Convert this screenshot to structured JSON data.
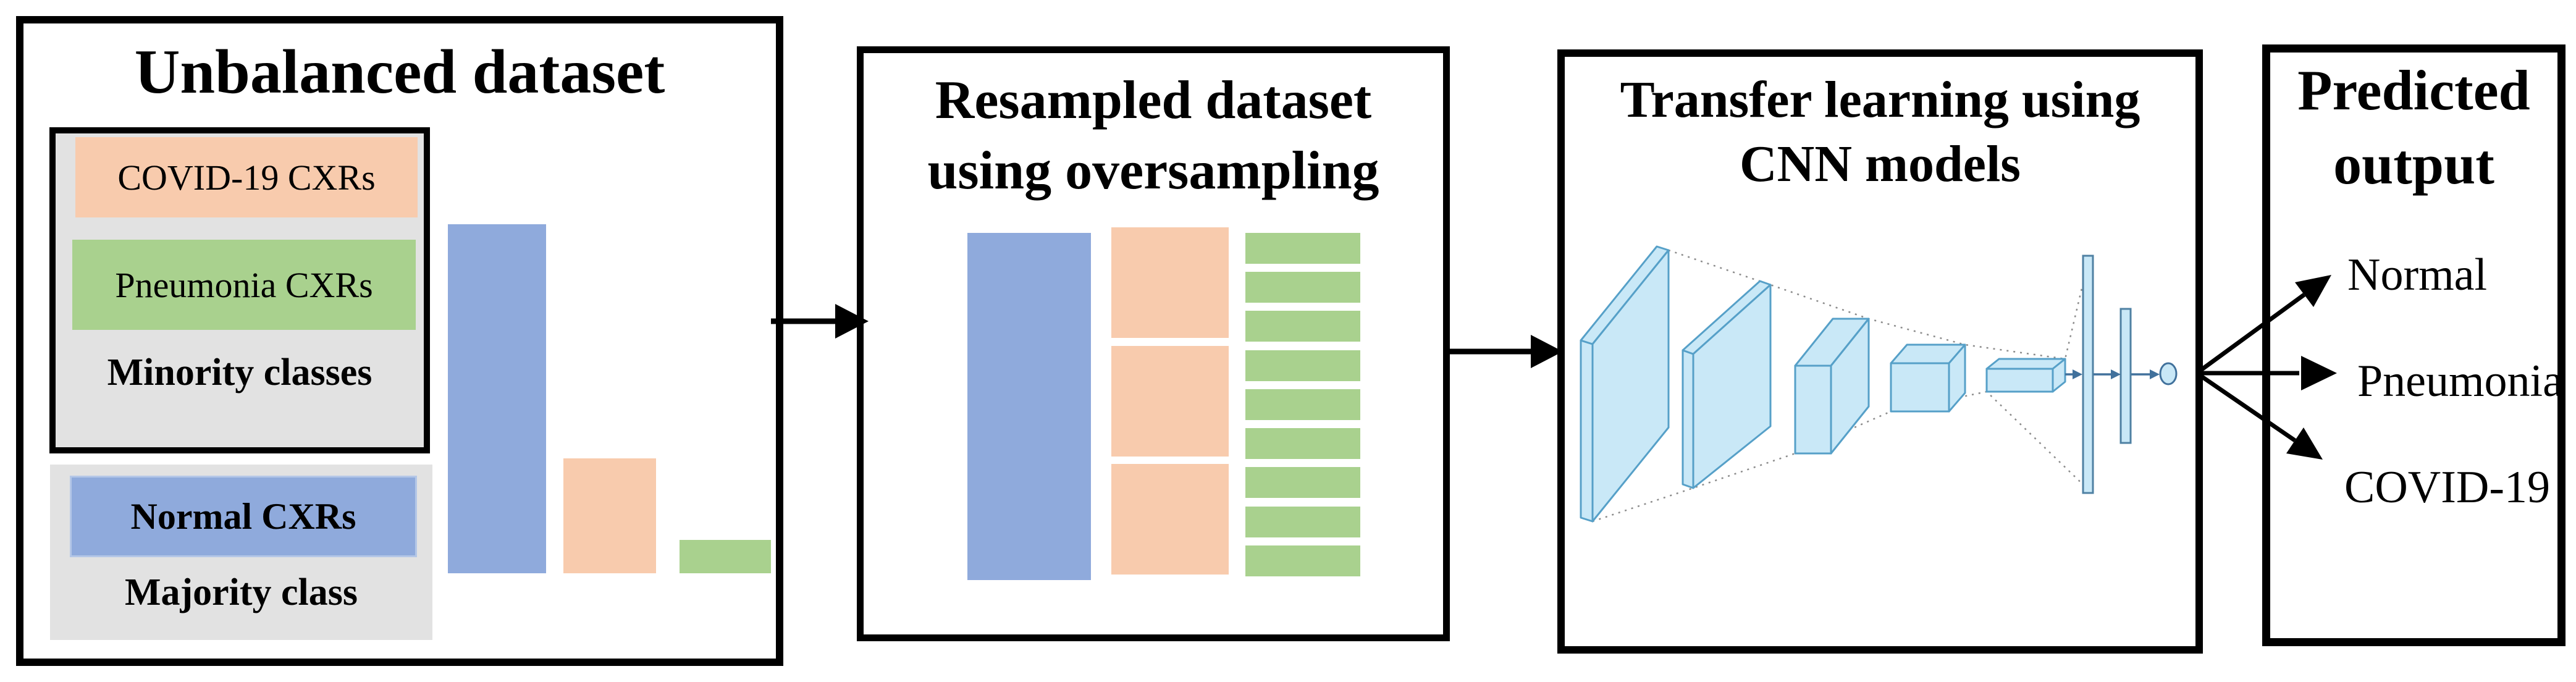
{
  "panel1": {
    "title": "Unbalanced dataset",
    "minority_group": {
      "covid_label": "COVID-19 CXRs",
      "pneumonia_label": "Pneumonia CXRs",
      "caption": "Minority classes"
    },
    "majority_group": {
      "normal_label": "Normal CXRs",
      "caption": "Majority class"
    }
  },
  "panel2": {
    "title_line1": "Resampled dataset",
    "title_line2": "using oversampling"
  },
  "panel3": {
    "title_line1": "Transfer learning using",
    "title_line2": "CNN models"
  },
  "panel4": {
    "title_line1": "Predicted",
    "title_line2": "output",
    "outputs": [
      "Normal",
      "Pneumonia",
      "COVID-19"
    ]
  },
  "colors": {
    "normal_blue": "#8FAADC",
    "covid_orange": "#F8CBAD",
    "pneumonia_green": "#A9D18E",
    "group_gray": "#E2E2E2",
    "cnn_fill": "#C9E8F7",
    "cnn_stroke": "#56A0C8",
    "cnn_arrow": "#41719C",
    "border_black": "#000000"
  },
  "chart_data": [
    {
      "type": "bar",
      "title": "Unbalanced dataset (mini bar chart, no axes or numeric labels shown)",
      "categories": [
        "Normal CXRs",
        "COVID-19 CXRs",
        "Pneumonia CXRs"
      ],
      "series_colors": [
        "#8FAADC",
        "#F8CBAD",
        "#A9D18E"
      ],
      "values_relative": [
        1.0,
        0.33,
        0.095
      ],
      "xlabel": "",
      "ylabel": "",
      "grid": false,
      "legend": false
    },
    {
      "type": "bar",
      "title": "Resampled dataset using oversampling (equalized stacks, no axes shown)",
      "categories": [
        "Normal CXRs",
        "COVID-19 CXRs",
        "Pneumonia CXRs"
      ],
      "series_colors": [
        "#8FAADC",
        "#F8CBAD",
        "#A9D18E"
      ],
      "segments_per_class": [
        1,
        3,
        9
      ],
      "values_relative": [
        1.0,
        1.0,
        0.99
      ],
      "xlabel": "",
      "ylabel": "",
      "grid": false,
      "legend": false
    }
  ]
}
